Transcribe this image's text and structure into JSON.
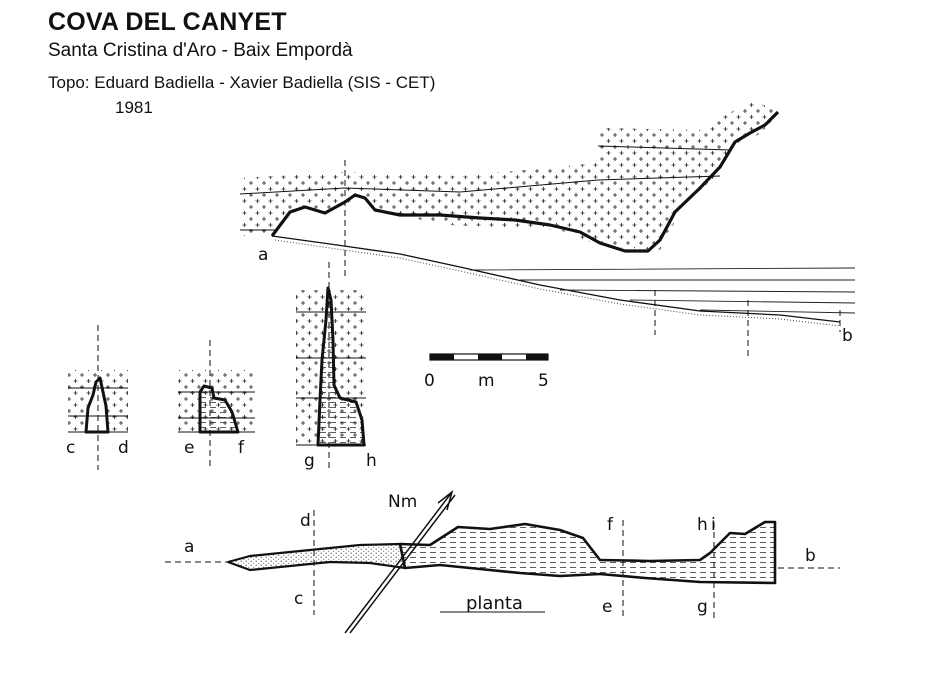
{
  "header": {
    "title": "COVA DEL CANYET",
    "subtitle": "Santa Cristina d'Aro - Baix Empordà",
    "authors": "Topo: Eduard Badiella - Xavier Badiella (SIS - CET)",
    "year": "1981"
  },
  "section_labels": {
    "a": "a",
    "b": "b",
    "c": "c",
    "d": "d",
    "e": "e",
    "f": "f",
    "g": "g",
    "h": "h"
  },
  "scale_bar": {
    "start": "0",
    "unit": "m",
    "end": "5"
  },
  "plan": {
    "north": "Nm",
    "label": "planta",
    "a": "a",
    "b": "b",
    "c": "c",
    "d": "d",
    "e": "e",
    "f": "f",
    "g": "g",
    "h": "h",
    "i": "i"
  },
  "colors": {
    "ink": "#111111",
    "paper": "#ffffff"
  }
}
